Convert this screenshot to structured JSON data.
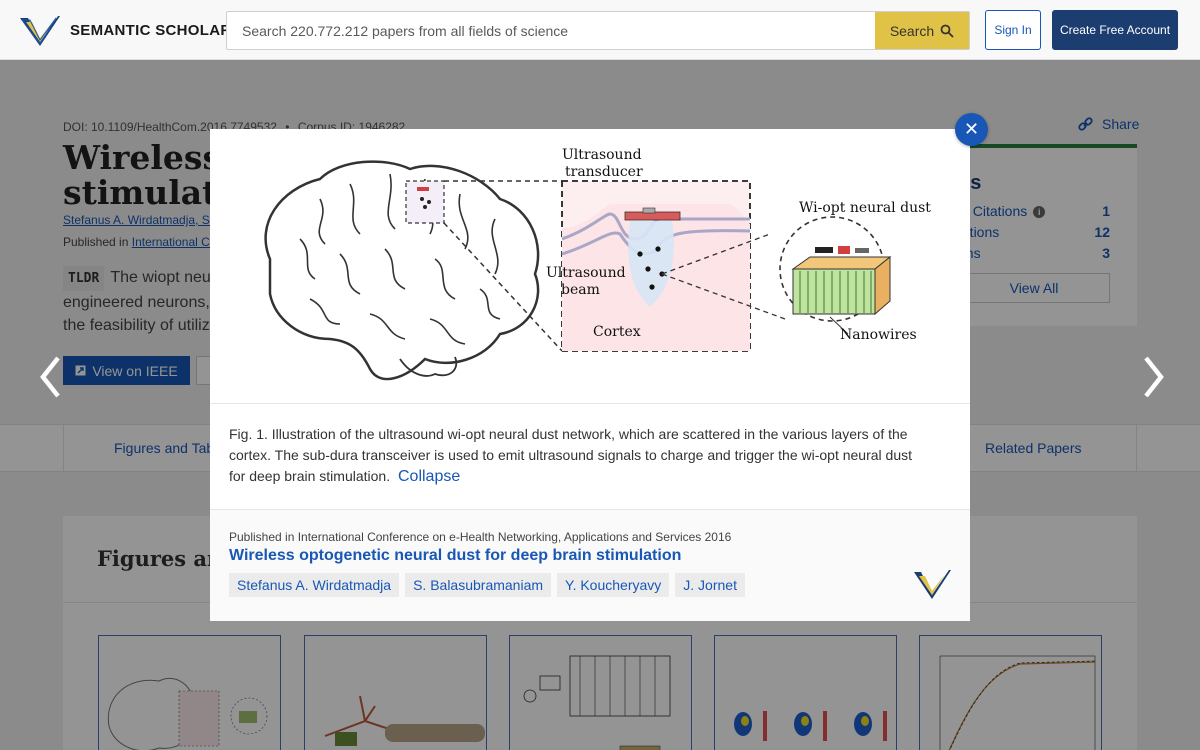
{
  "header": {
    "logo_text": "SEMANTIC SCHOLAR",
    "search_placeholder": "Search 220.772.212 papers from all fields of science",
    "search_label": "Search",
    "sign_in_label": "Sign In",
    "create_account_label": "Create Free Account"
  },
  "paper": {
    "doi": "DOI: 10.1109/HealthCom.2016.7749532",
    "separator": "•",
    "corpus_id": "Corpus ID: 1946282",
    "title_line1": "Wireless o",
    "title_line2": "stimulation",
    "authors_visible": "Stefanus A. Wirdatmadja, S.",
    "published_prefix": "Published in",
    "published_venue_visible": "International Co",
    "tldr_badge": "TLDR",
    "tldr_line1": "The wiopt neural",
    "tldr_line2": "engineered neurons, a",
    "tldr_line3": "the feasibility of utilizi",
    "view_on_label": "View on IEEE",
    "share_label": "Share"
  },
  "citations_card": {
    "heading_visible": "ns",
    "rows": [
      {
        "label": "al Citations",
        "count": "1"
      },
      {
        "label": "tations",
        "count": "12"
      },
      {
        "label": "ons",
        "count": "3"
      }
    ],
    "view_all_label": "View All"
  },
  "tabs": {
    "figures": "Figures and Tab",
    "related": "Related Papers"
  },
  "figures_section": {
    "heading_visible": "Figures and"
  },
  "figure_image": {
    "labels": {
      "ultrasound_transducer_1": "Ultrasound",
      "ultrasound_transducer_2": "transducer",
      "wiopt_neural_dust": "Wi-opt neural dust",
      "ultrasound_beam_1": "Ultrasound",
      "ultrasound_beam_2": "beam",
      "cortex": "Cortex",
      "nanowires": "Nanowires"
    }
  },
  "modal": {
    "caption": "Fig. 1. Illustration of the ultrasound wi-opt neural dust network, which are scattered in the various layers of the cortex. The sub-dura transceiver is used to emit ultrasound signals to charge and trigger the wi-opt neural dust for deep brain stimulation.",
    "collapse_label": "Collapse",
    "published_line": "Published in International Conference on e-Health Networking, Applications and Services 2016",
    "paper_title": "Wireless optogenetic neural dust for deep brain stimulation",
    "authors": [
      "Stefanus A. Wirdatmadja",
      "S. Balasubramaniam",
      "Y. Koucheryavy",
      "J. Jornet"
    ],
    "close_symbol": "✕"
  },
  "colors": {
    "brand_blue": "#1857b6",
    "navy": "#1b3d70",
    "search_yellow": "#e0c346",
    "citation_green": "#2a7d3e"
  }
}
